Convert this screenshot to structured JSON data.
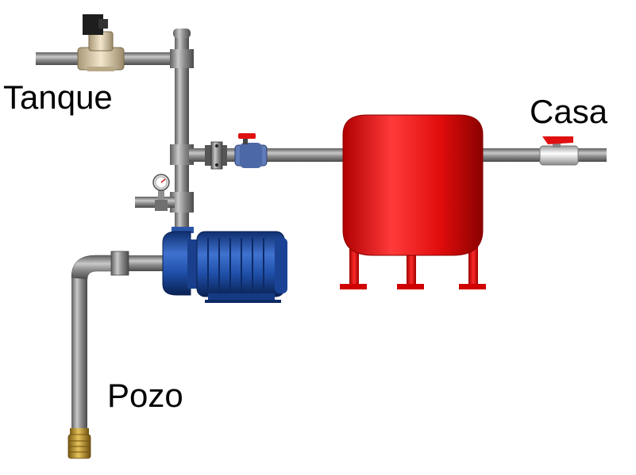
{
  "labels": {
    "tanque": "Tanque",
    "casa": "Casa",
    "pozo": "Pozo"
  },
  "colors": {
    "pipe": "#8c8c8c",
    "tank": "#e01010",
    "pump": "#1f4fa8",
    "valve_handle": "#e01010",
    "check_valve": "#3a4f86",
    "brass": "#b8932e",
    "solenoid": "#e2d3b5"
  },
  "components": {
    "solenoid_valve": "solenoid-valve-icon",
    "pressure_gauge": "pressure-gauge-icon",
    "ball_valve": "ball-valve-icon",
    "check_valve": "check-valve-icon",
    "union": "union-fitting-icon",
    "pump": "centrifugal-pump-icon",
    "tank": "pressure-tank-icon",
    "foot_valve": "foot-valve-icon"
  }
}
